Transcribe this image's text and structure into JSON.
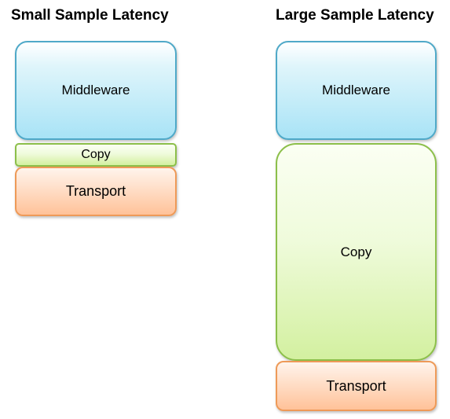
{
  "small": {
    "title": "Small Sample Latency",
    "middleware": "Middleware",
    "copy": "Copy",
    "transport": "Transport"
  },
  "large": {
    "title": "Large Sample Latency",
    "middleware": "Middleware",
    "copy": "Copy",
    "transport": "Transport"
  },
  "colors": {
    "middleware_fill": "#a8e3f6",
    "middleware_border": "#4fa9c8",
    "copy_fill": "#d3f0a0",
    "copy_border": "#8cbf4a",
    "transport_fill": "#ffc299",
    "transport_border": "#ee9a58"
  }
}
